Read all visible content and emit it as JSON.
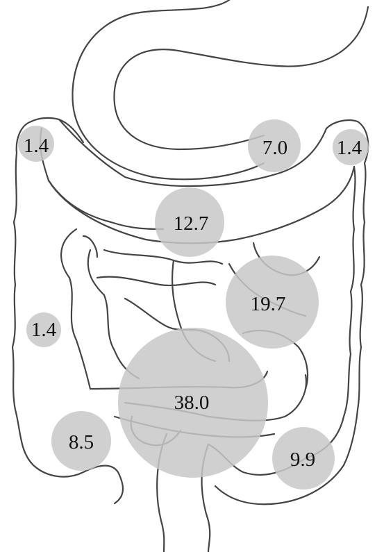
{
  "colors": {
    "bubble": "#c8c8c8",
    "outline": "#444444",
    "background": "#ffffff"
  },
  "regions": [
    {
      "id": "cecum",
      "value": "1.4"
    },
    {
      "id": "transverse-left-flexure",
      "value": "7.0"
    },
    {
      "id": "splenic-flexure",
      "value": "1.4"
    },
    {
      "id": "transverse-colon",
      "value": "12.7"
    },
    {
      "id": "jejunum",
      "value": "19.7"
    },
    {
      "id": "ascending-colon",
      "value": "1.4"
    },
    {
      "id": "ileum",
      "value": "38.0"
    },
    {
      "id": "appendix-region",
      "value": "8.5"
    },
    {
      "id": "sigmoid-colon",
      "value": "9.9"
    }
  ]
}
